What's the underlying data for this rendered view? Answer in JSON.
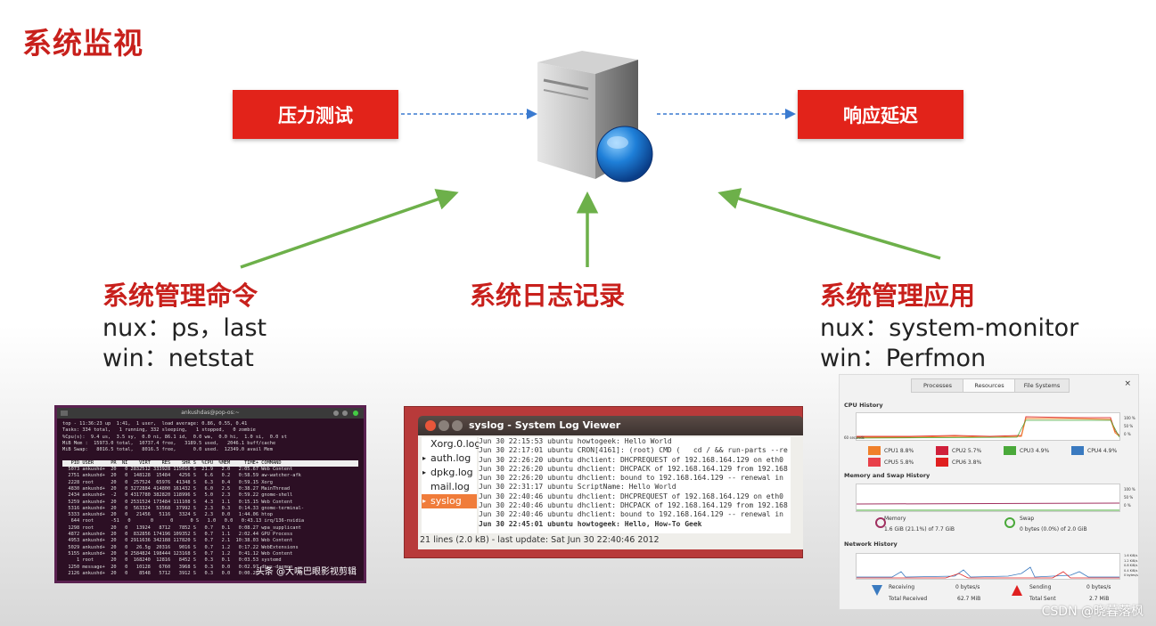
{
  "slide": {
    "title": "系统监视",
    "stress_test": "压力测试",
    "response_delay": "响应延迟",
    "left_heading": "系统管理命令",
    "left_line1": "nux：ps，last",
    "left_line2": "win：netstat",
    "center_heading": "系统日志记录",
    "right_heading": "系统管理应用",
    "right_line1": "nux：system-monitor",
    "right_line2": "win：Perfmon"
  },
  "terminal": {
    "title": "ankushdas@pop-os:~",
    "lines": [
      "top - 11:36:23 up  1:41,  1 user,  load average: 0.86, 0.55, 0.41",
      "Tasks: 334 total,   1 running, 332 sleeping,   1 stopped,   0 zombie",
      "%Cpu(s):  9.4 us,  3.5 sy,  0.0 ni, 86.1 id,  0.0 wa,  0.0 hi,  1.0 si,  0.0 st",
      "MiB Mem :  15973.0 total,  10737.4 free,   3189.5 used,   2046.1 buff/cache",
      "MiB Swap:   8016.5 total,   8016.5 free,      0.0 used.  12349.0 avail Mem",
      ""
    ],
    "header": "   PID USER      PR  NI    VIRT    RES    SHR S  %CPU  %MEM     TIME+ COMMAND",
    "rows": [
      "  5073 ankushd+  20   0 2832512 333928 115016 S  21.9   2.0   2:05.67 Web Content",
      "  2751 ankushd+  20   0  148128  15484   4256 S   6.6   0.2   0:58.59 aw-watcher-afk",
      "  2228 root      20   0  257524  65976  41348 S   6.3   0.4   0:59.15 Xorg",
      "  4830 ankushd+  20   0 3272884 414800 161432 S   6.0   2.5   0:38.27 MainThread",
      "  2434 ankushd+  -2   0 4317780 382820 118996 S   5.0   2.3   0:59.22 gnome-shell",
      "  5259 ankushd+  20   0 2531524 173484 111108 S   4.3   1.1   0:15.15 Web Content",
      "  5316 ankushd+  20   0  563324  53568  37992 S   2.3   0.3   0:14.33 gnome-terminal-",
      "  5333 ankushd+  20   0   21456   5116   3324 S   2.3   0.0   1:44.06 htop",
      "   644 root      -51   0       0      0      0 S   1.0   0.0   0:43.13 irq/136-nvidia",
      "  1298 root      20   0   13924   8712   7852 S   0.7   0.1   0:08.27 wpa_supplicant",
      "  4872 ankushd+  20   0  832856 174196 109352 S   0.7   1.1   2:02.44 GPU Process",
      "  4953 ankushd+  20   0 2911636 342188 117820 S   0.7   2.1  10:38.03 Web Content",
      "  5029 ankushd+  20   0   26.5g  20316   9016 S   0.7   1.2   0:17.22 WebExtensions",
      "  5155 ankushd+  20   0 2584824 198444 123168 S   0.7   1.2   0:41.12 Web Content",
      "     1 root      20   0  168240  12816   8452 S   0.3   0.1   0:03.53 systemd",
      "  1250 message+  20   0   10128   6760   3968 S   0.3   0.0   0:02.97 dbus-daemon",
      "  2126 ankushd+  20   0    8548   5712   3912 S   0.3   0.0   0:00.20 ..."
    ],
    "watermark": "头条 @大嘴巴眼影视剪辑"
  },
  "syslog": {
    "title": "syslog - System Log Viewer",
    "files": [
      "Xorg.0.log",
      "auth.log",
      "dpkg.log",
      "mail.log",
      "syslog"
    ],
    "expandable": [
      false,
      true,
      true,
      false,
      true
    ],
    "lines": [
      "Jun 30 22:15:53 ubuntu howtogeek: Hello World",
      "Jun 30 22:17:01 ubuntu CRON[4161]: (root) CMD (   cd / && run-parts --re",
      "Jun 30 22:26:20 ubuntu dhclient: DHCPREQUEST of 192.168.164.129 on eth0",
      "Jun 30 22:26:20 ubuntu dhclient: DHCPACK of 192.168.164.129 from 192.168",
      "Jun 30 22:26:20 ubuntu dhclient: bound to 192.168.164.129 -- renewal in",
      "Jun 30 22:31:17 ubuntu ScriptName: Hello World",
      "Jun 30 22:40:46 ubuntu dhclient: DHCPREQUEST of 192.168.164.129 on eth0",
      "Jun 30 22:40:46 ubuntu dhclient: DHCPACK of 192.168.164.129 from 192.168",
      "Jun 30 22:40:46 ubuntu dhclient: bound to 192.168.164.129 -- renewal in",
      "Jun 30 22:45:01 ubuntu howtogeek: Hello, How-To Geek"
    ],
    "status": "21 lines (2.0 kB) - last update: Sat Jun 30 22:40:46 2012"
  },
  "monitor": {
    "tabs": [
      "Processes",
      "Resources",
      "File Systems"
    ],
    "active_tab": "Resources",
    "close": "×",
    "cpu_title": "CPU History",
    "cpu_axis": [
      "100 %",
      "50 %",
      "0 %"
    ],
    "cpu_xlabel": "60 seconds",
    "cpus": [
      {
        "label": "CPU1  8.8%",
        "color": "#f0802a"
      },
      {
        "label": "CPU2  5.7%",
        "color": "#d0203a"
      },
      {
        "label": "CPU3  4.9%",
        "color": "#4aa93a"
      },
      {
        "label": "CPU4  4.9%",
        "color": "#3a7ac0"
      },
      {
        "label": "CPU5  5.8%",
        "color": "#e8404a"
      },
      {
        "label": "CPU6  3.8%",
        "color": "#e02020"
      }
    ],
    "mem_title": "Memory and Swap History",
    "mem_axis": [
      "100 %",
      "50 %",
      "0 %"
    ],
    "memory_label": "Memory",
    "memory_value": "1.6 GiB (21.1%) of 7.7 GiB",
    "swap_label": "Swap",
    "swap_value": "0 bytes (0.0%) of 2.0 GiB",
    "net_title": "Network History",
    "net_axis": [
      "1.6 KiB/s",
      "1.2 KiB/s",
      "0.8 KiB/s",
      "0.4 KiB/s",
      "0 bytes/s"
    ],
    "receiving_label": "Receiving",
    "receiving_rate": "0 bytes/s",
    "total_received_label": "Total Received",
    "total_received": "62.7 MiB",
    "sending_label": "Sending",
    "sending_rate": "0 bytes/s",
    "total_sent_label": "Total Sent",
    "total_sent": "2.7 MiB"
  },
  "watermark": "CSDN @晓暮落枫"
}
